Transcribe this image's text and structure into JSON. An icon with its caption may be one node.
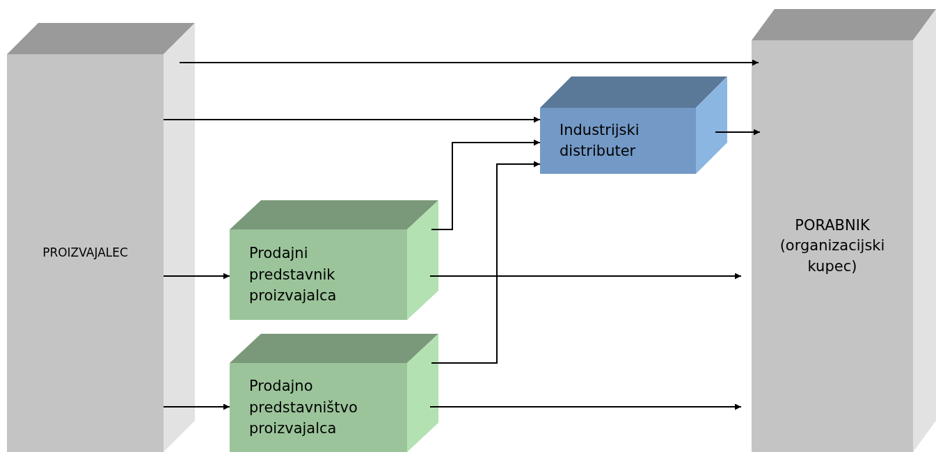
{
  "diagram": {
    "nodes": [
      {
        "text": [
          "PROIZVAJALEC"
        ]
      },
      {
        "text": [
          "Industrijski distributer"
        ]
      },
      {
        "text": [
          "Prodajni predstavnik proizvajalca"
        ]
      },
      {
        "text": [
          "Prodajno predstavništvo proizvajalca"
        ]
      },
      {
        "text": [
          "PORABNIK (organizacijski kupec)"
        ]
      }
    ],
    "edges": [
      {
        "from": 0,
        "to": 4,
        "arrow": "to"
      },
      {
        "from": 0,
        "to": 1,
        "arrow": "to"
      },
      {
        "from": 2,
        "to": 1,
        "arrow": "to"
      },
      {
        "from": 3,
        "to": 1,
        "arrow": "to"
      },
      {
        "from": 1,
        "to": 4,
        "arrow": "to"
      },
      {
        "from": 0,
        "to": 2,
        "arrow": "to"
      },
      {
        "from": 2,
        "to": 4,
        "arrow": "to"
      },
      {
        "from": 0,
        "to": 3,
        "arrow": "to"
      },
      {
        "from": 3,
        "to": 4,
        "arrow": "to"
      }
    ]
  }
}
